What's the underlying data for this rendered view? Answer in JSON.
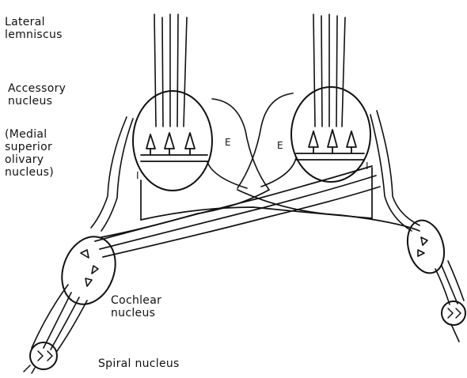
{
  "labels": {
    "lateral_lemniscus": [
      "Lateral",
      "lemniscus"
    ],
    "accessory_nucleus": [
      "Accessory",
      "nucleus"
    ],
    "medial_superior_olivary": [
      "(Medial",
      "superior",
      "olivary",
      "nucleus)"
    ],
    "cochlear_nucleus": [
      "Cochlear",
      "nucleus"
    ],
    "spiral_nucleus": "Spiral nucleus"
  },
  "markers": {
    "excitatory": "E",
    "inhibitory": "I"
  },
  "colors": {
    "ink": "#111111",
    "background": "#ffffff"
  }
}
